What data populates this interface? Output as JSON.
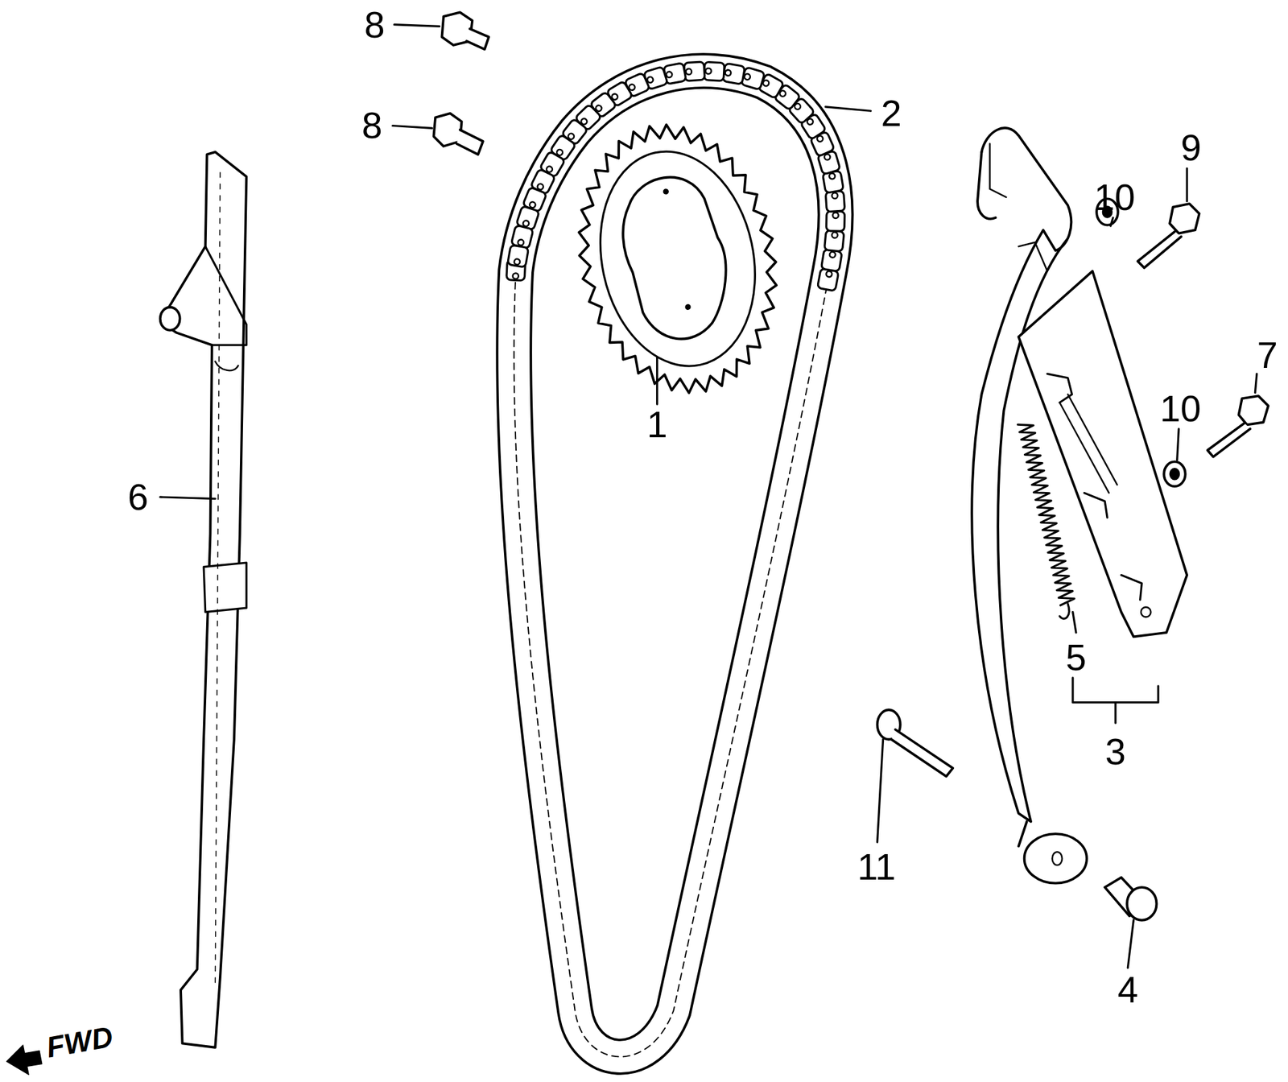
{
  "diagram": {
    "labels": [
      "8",
      "8",
      "2",
      "9",
      "10",
      "1",
      "7",
      "10",
      "6",
      "5",
      "3",
      "11",
      "4",
      "FWD"
    ]
  }
}
